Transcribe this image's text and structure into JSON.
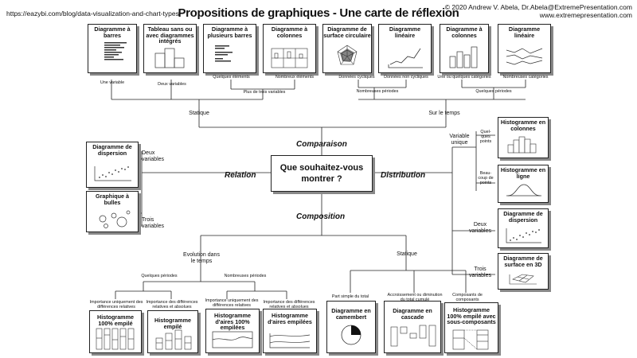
{
  "header": {
    "title": "Propositions de graphiques - Une carte de réflexion",
    "url": "https://eazybi.com/blog/data-visualization-and-chart-types",
    "copyright": "© 2020  Andrew V. Abela, Dr.Abela@ExtremePresentation.com",
    "website": "www.extremepresentation.com"
  },
  "center": {
    "question": "Que souhaitez-vous montrer ?"
  },
  "categories": {
    "comparaison": "Comparaison",
    "relation": "Relation",
    "distribution": "Distribution",
    "composition": "Composition"
  },
  "comparison": {
    "charts": [
      "Diagramme à barres",
      "Tableau sans ou avec diagrammes intégrés",
      "Diagramme à plusieurs barres",
      "Diagramme à colonnes",
      "Diagramme de surface circulaire",
      "Diagramme linéaire",
      "Diagramme à colonnes",
      "Diagramme linéaire"
    ],
    "labels": {
      "one_var": "Une variable",
      "two_var": "Deux variables",
      "few_items": "Quelques éléments",
      "many_items": "Nombreux éléments",
      "cyclic": "Données cycliques",
      "non_cyclic": "Données non cycliques",
      "one_few_cat": "Une ou quelques catégories",
      "many_cat": "Nombreuses catégories",
      "more_three": "Plus de trois variables",
      "many_periods": "Nombreuses périodes",
      "few_periods": "Quelques périodes",
      "static": "Statique",
      "over_time": "Sur le temps"
    }
  },
  "relation": {
    "charts": [
      "Diagramme de dispersion",
      "Graphique à bulles"
    ],
    "labels": {
      "two_var": "Deux variables",
      "three_var": "Trois variables"
    }
  },
  "distribution": {
    "charts": [
      "Histogramme en colonnes",
      "Histogramme en ligne",
      "Diagramme de dispersion",
      "Diagramme de surface en 3D"
    ],
    "labels": {
      "single": "Variable unique",
      "few_points": "Quel-ques points",
      "many_points": "Beau-coup de points",
      "two_var": "Deux variables",
      "three_var": "Trois variables"
    }
  },
  "composition": {
    "charts": [
      "Histogramme 100% empilé",
      "Histogramme empilé",
      "Histogramme d'aires 100% empilées",
      "Histogramme d'aires empilées",
      "Diagramme en camembert",
      "Diagramme en cascade",
      "Histogramme 100% empilé avec sous-composants"
    ],
    "labels": {
      "changing": "Evolution dans le temps",
      "static": "Statique",
      "few_periods": "Quelques périodes",
      "many_periods": "Nombreuses périodes",
      "rel_only_1": "Importance uniquement des différences relatives",
      "rel_abs_1": "Importance des différences relatives et absolues",
      "rel_only_2": "Importance uniquement des différences relatives",
      "rel_abs_2": "Importance des différences relatives et absolues",
      "share": "Part simple du total",
      "accum": "Accroissement ou diminution du total cumulé",
      "components": "Composants de composants"
    }
  },
  "colors": {
    "ink": "#111111",
    "shadow": "#888888",
    "background": "#ffffff"
  }
}
